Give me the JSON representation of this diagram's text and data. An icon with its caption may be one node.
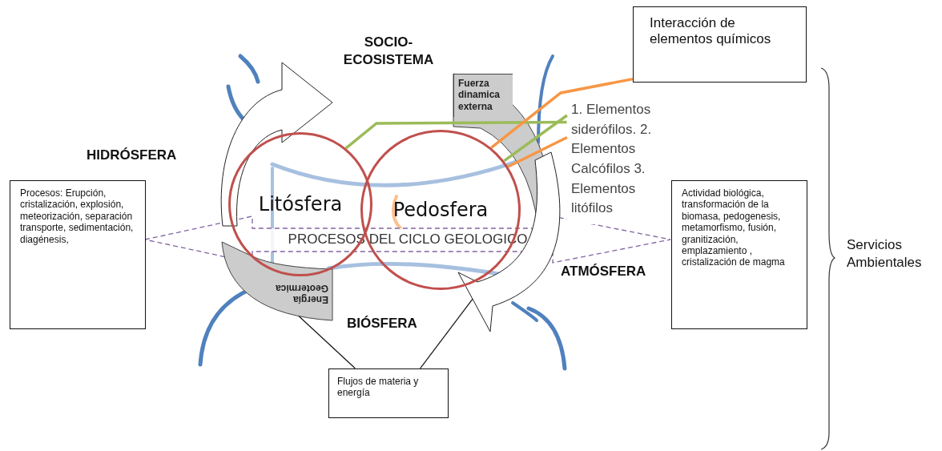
{
  "diagram": {
    "nodes": [
      {
        "text": [
          "Interacción de elementos químicos"
        ]
      },
      {
        "text": [
          "Fuerza dinamica externa"
        ]
      },
      {
        "text": [
          "1. Elementos siderófilos. 2. Elementos Calcófilos 3. Elementos litófilos"
        ]
      },
      {
        "text": [
          "Procesos: Erupción, cristalización, explosión, meteorización, separación transporte, sedimentación, diagénesis,"
        ]
      },
      {
        "text": [
          "Litósfera"
        ]
      },
      {
        "text": [
          "Pedosfera"
        ]
      },
      {
        "text": [
          "PROCESOS DEL CICLO GEOLOGICO"
        ]
      },
      {
        "text": [
          "Actividad biológica, transformación de la biomasa, pedogenesis, metamorfismo, fusión, granitización, emplazamiento , cristalización de magma"
        ]
      },
      {
        "text": [
          "Energía Geotermica"
        ]
      },
      {
        "text": [
          "Flujos de materia y energía"
        ]
      },
      {
        "text": [],
        "shape": "arrow"
      },
      {
        "text": [],
        "shape": "arrow"
      }
    ],
    "edges": [
      {
        "from": 4,
        "to": 2,
        "arrow": "none",
        "color": "#9bbb59"
      },
      {
        "from": 5,
        "to": 2,
        "arrow": "none",
        "color": "#9bbb59"
      },
      {
        "from": 0,
        "to": 5,
        "arrow": "none",
        "color": "#f79646"
      },
      {
        "from": 5,
        "to": 2,
        "arrow": "none",
        "color": "#f79646"
      },
      {
        "from": 9,
        "to": 8,
        "arrow": "none",
        "color": "#111111"
      },
      {
        "from": 9,
        "to": 11,
        "arrow": "none",
        "color": "#111111"
      }
    ],
    "labels": [
      "SOCIO- ECOSISTEMA",
      "HIDRÓSFERA",
      "ATMÓSFERA",
      "BIÓSFERA",
      "Servicios Ambientales"
    ]
  }
}
